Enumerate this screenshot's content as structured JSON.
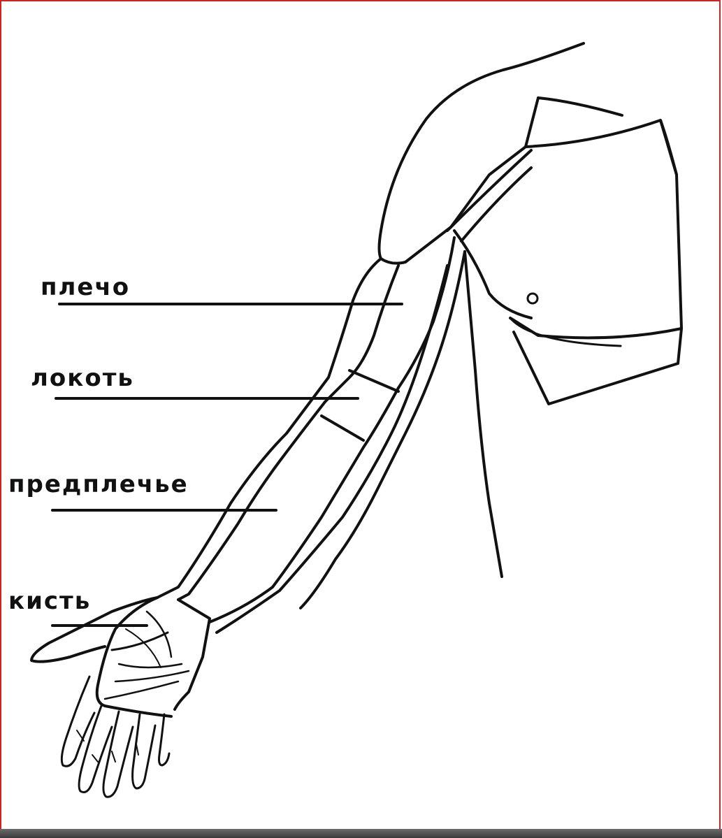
{
  "labels": {
    "shoulder": "плечо",
    "elbow": "локоть",
    "forearm": "предплечье",
    "hand": "кисть"
  },
  "colors": {
    "line": "#111111",
    "frame": "#c62828",
    "background": "#ffffff"
  }
}
